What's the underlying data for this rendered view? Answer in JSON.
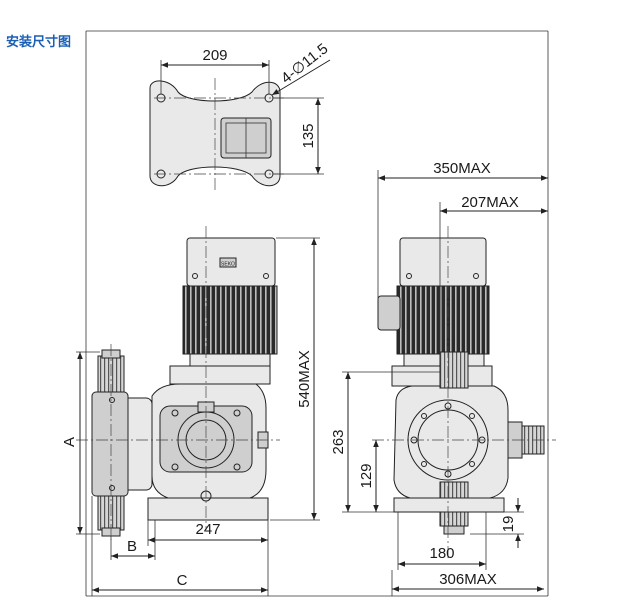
{
  "title": "安装尺寸图",
  "dimensions": {
    "base_width": "209",
    "holes": "4-∅11.5",
    "base_depth": "135",
    "height_max": "540MAX",
    "width_247": "247",
    "label_a": "A",
    "label_b": "B",
    "label_c": "C",
    "side_350": "350MAX",
    "side_207": "207MAX",
    "side_263": "263",
    "side_129": "129",
    "side_19": "19",
    "side_180": "180",
    "side_306": "306MAX"
  },
  "motor_badge": "SEKO"
}
